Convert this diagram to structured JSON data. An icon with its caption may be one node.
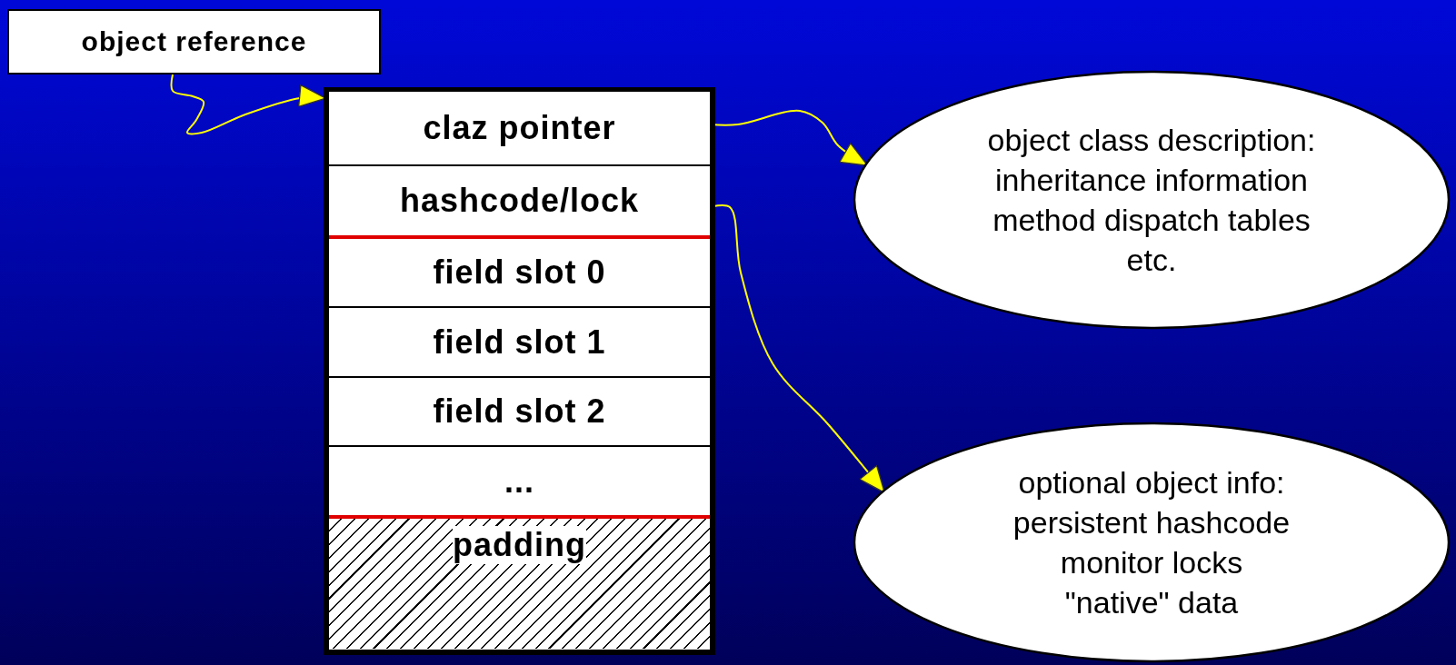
{
  "diagram": {
    "nodes": [
      {
        "text": [
          "object reference"
        ]
      },
      {
        "text": [],
        "shape": "box"
      },
      {
        "text": [
          "claz pointer"
        ],
        "in": 1
      },
      {
        "text": [
          "hashcode/lock"
        ],
        "in": 1
      },
      {
        "text": [
          "field slot 0"
        ],
        "in": 1
      },
      {
        "text": [
          "field slot 1"
        ],
        "in": 1
      },
      {
        "text": [
          "field slot 2"
        ],
        "in": 1
      },
      {
        "text": [
          "..."
        ],
        "in": 1
      },
      {
        "text": [
          "padding"
        ],
        "in": 1
      },
      {
        "text": [
          "object class description:",
          "inheritance information",
          "method dispatch tables",
          "etc."
        ]
      },
      {
        "text": [
          "optional object info:",
          "persistent hashcode",
          "monitor locks",
          "\"native\" data"
        ]
      }
    ],
    "edges": [
      {
        "from": 0,
        "to": 1,
        "arrow": "to"
      },
      {
        "from": 2,
        "to": 9,
        "arrow": "to"
      },
      {
        "from": 3,
        "to": 10,
        "arrow": "to"
      }
    ]
  }
}
